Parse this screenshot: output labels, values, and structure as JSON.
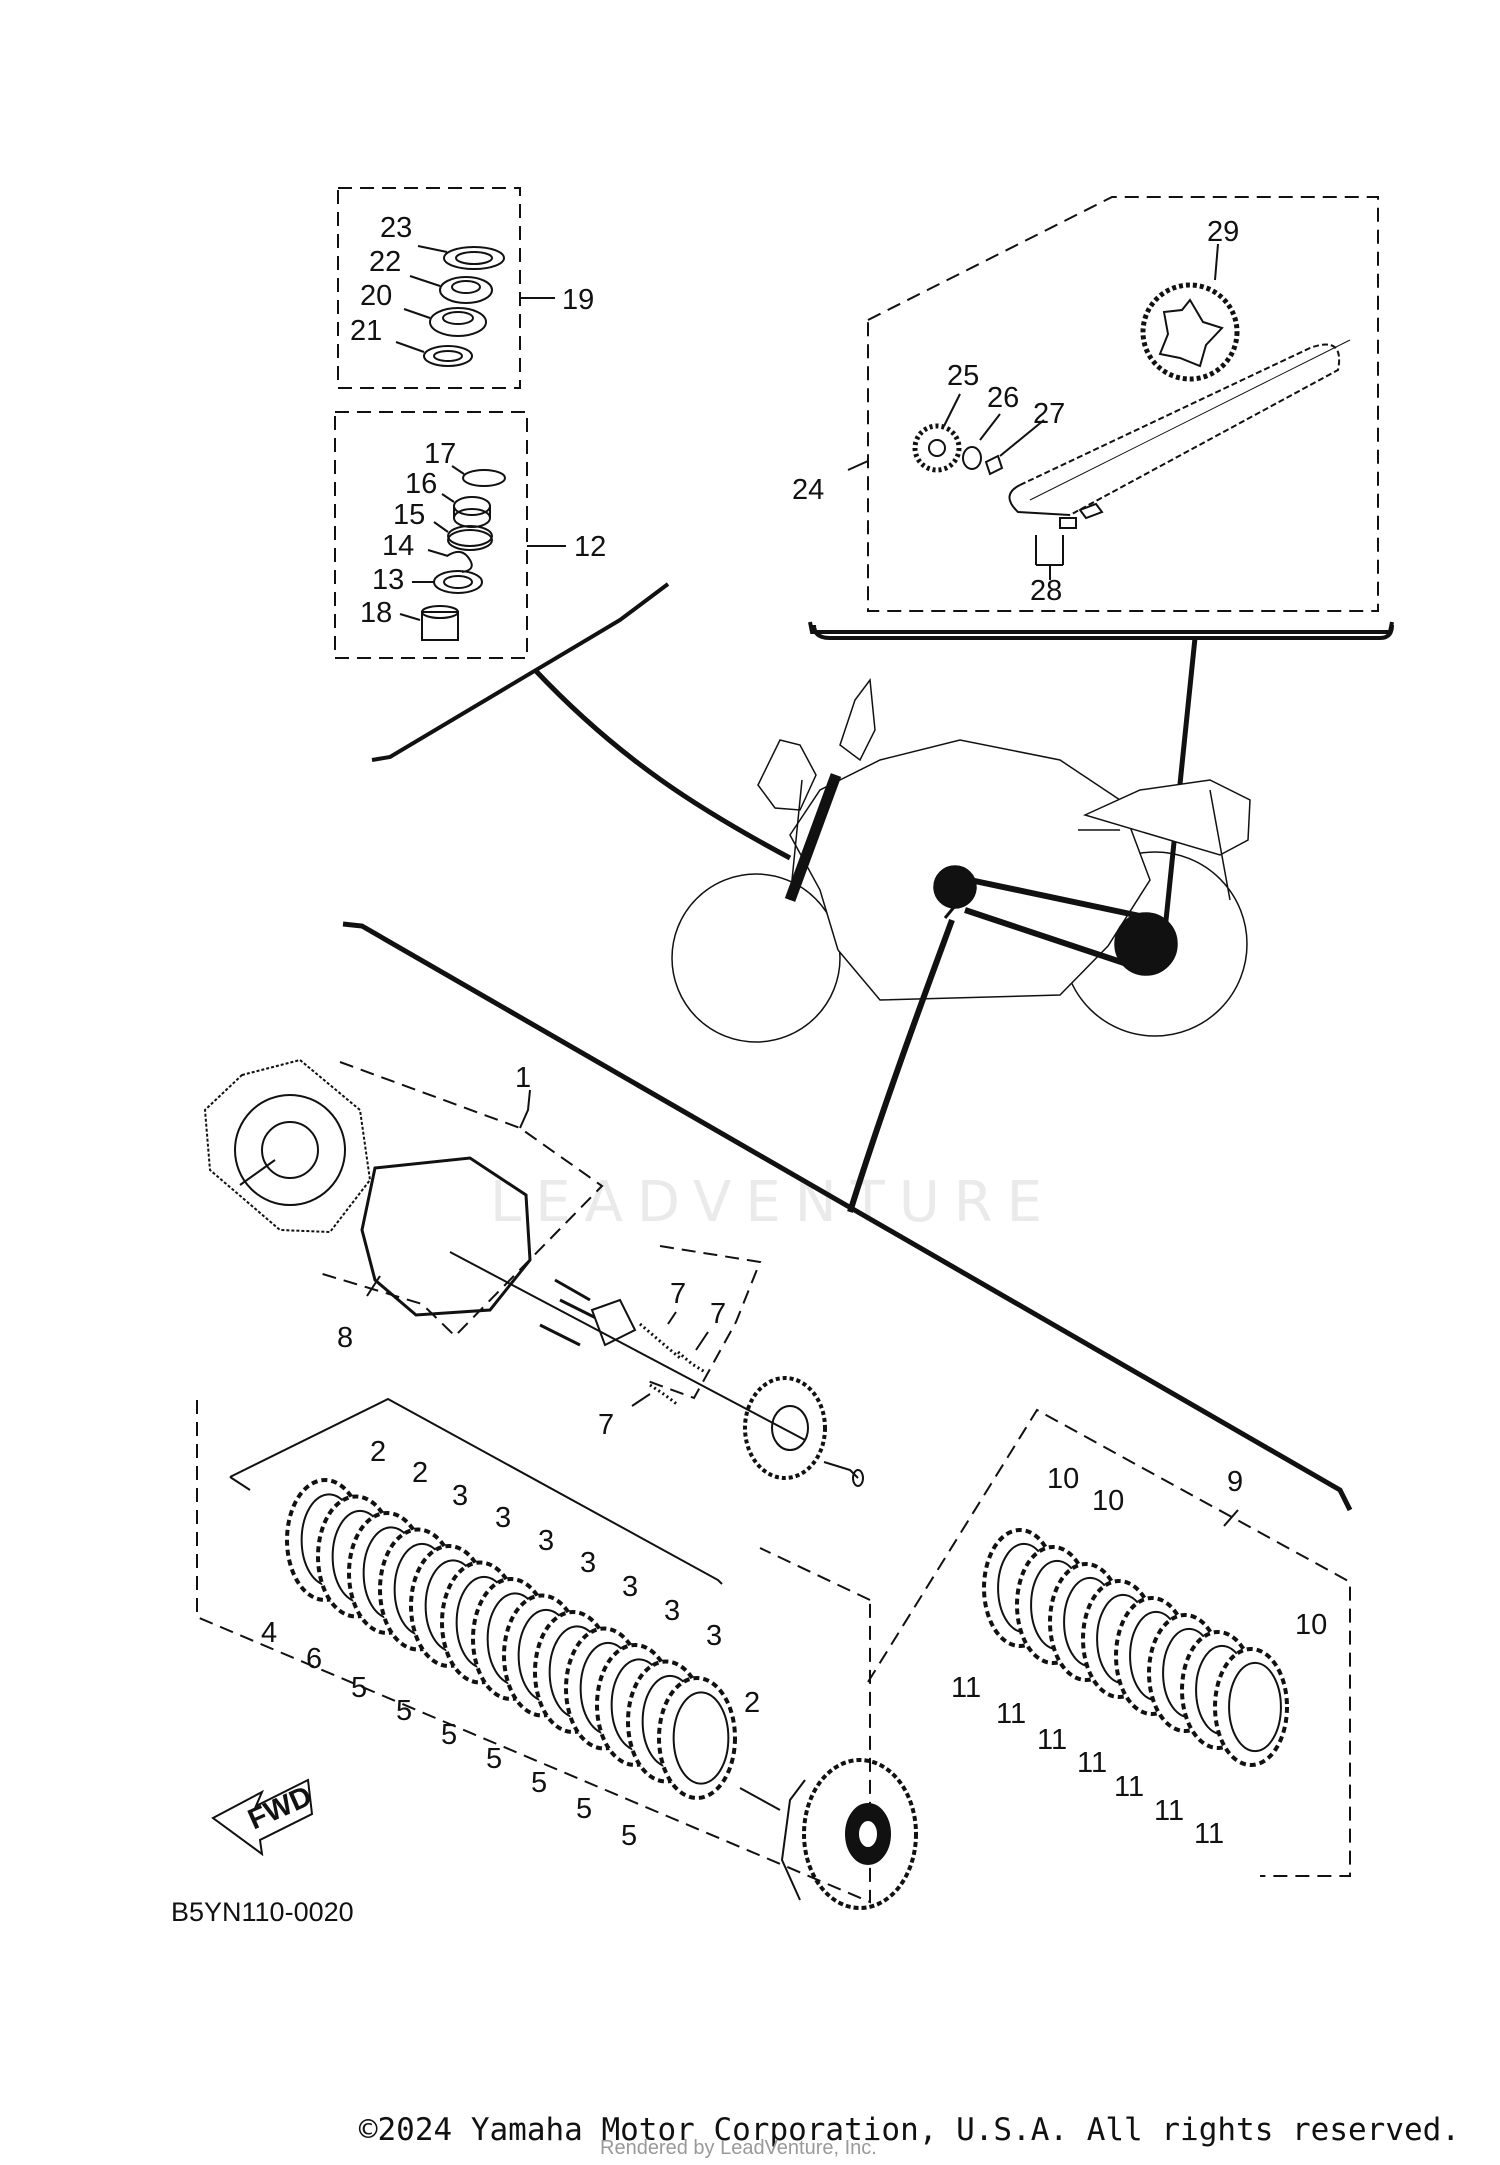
{
  "diagram_code": "B5YN110-0020",
  "copyright": "©2024 Yamaha Motor Corporation, U.S.A. All rights reserved.",
  "rendered_by": "Rendered by LeadVenture, Inc.",
  "watermark": "LEADVENTURE",
  "fwd_label": "FWD",
  "callouts": {
    "c1": "1",
    "c2a": "2",
    "c2b": "2",
    "c2c": "2",
    "c3a": "3",
    "c3b": "3",
    "c3c": "3",
    "c3d": "3",
    "c3e": "3",
    "c3f": "3",
    "c3g": "3",
    "c4": "4",
    "c5a": "5",
    "c5b": "5",
    "c5c": "5",
    "c5d": "5",
    "c5e": "5",
    "c5f": "5",
    "c5g": "5",
    "c6": "6",
    "c7a": "7",
    "c7b": "7",
    "c7c": "7",
    "c8": "8",
    "c9": "9",
    "c10a": "10",
    "c10b": "10",
    "c10c": "10",
    "c11a": "11",
    "c11b": "11",
    "c11c": "11",
    "c11d": "11",
    "c11e": "11",
    "c11f": "11",
    "c11g": "11",
    "c12": "12",
    "c13": "13",
    "c14": "14",
    "c15": "15",
    "c16": "16",
    "c17": "17",
    "c18": "18",
    "c19": "19",
    "c20": "20",
    "c21": "21",
    "c22": "22",
    "c23": "23",
    "c24": "24",
    "c25": "25",
    "c26": "26",
    "c27": "27",
    "c28": "28",
    "c29": "29"
  }
}
